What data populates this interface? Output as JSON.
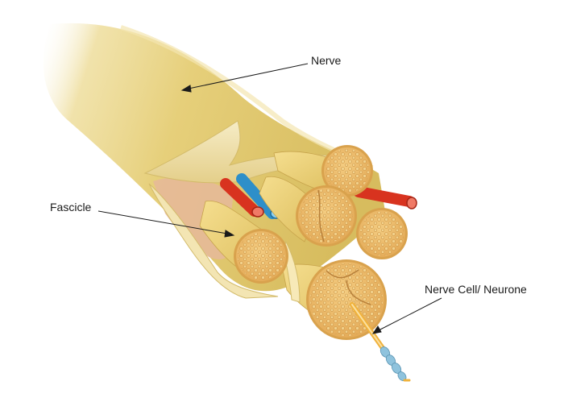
{
  "labels": {
    "nerve": "Nerve",
    "fascicle": "Fascicle",
    "neurone": "Nerve Cell/ Neurone"
  },
  "colors": {
    "epineurium": "#e6cf7a",
    "fascicle_fill": "#f0d98e",
    "fascicle_cross_section": "#eab866",
    "artery": "#d8331f",
    "vein": "#2e8fc9",
    "axon": "#f0b23c",
    "myelin": "#8fc3dd",
    "inner_sheath": "#f7e9b8"
  }
}
